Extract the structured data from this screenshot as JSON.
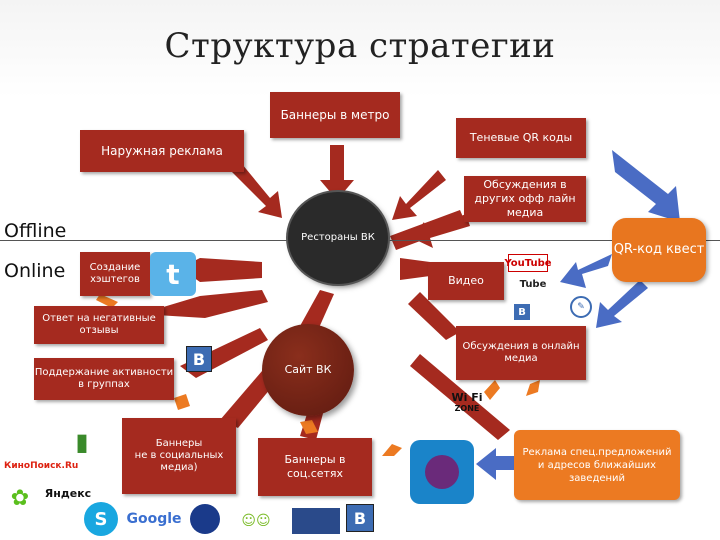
{
  "title": "Структура стратегии",
  "sections": {
    "offline": "Offline",
    "online": "Online"
  },
  "nodes": {
    "metro": "Баннеры в метро",
    "qr_shadow": "Теневые QR коды",
    "outdoor": "Наружная реклама",
    "offline_discussions": "Обсуждения в других офф лайн медиа",
    "restaurants": "Рестораны ВК",
    "qr_quest": "QR-код квест",
    "hashtags": "Создание хэштегов",
    "video": "Видео",
    "negative": "Ответ на негативные отзывы",
    "online_discussions": "Обсуждения в онлайн медиа",
    "groups": "Поддержание активности в группах",
    "site": "Сайт ВК",
    "social_banners": "Баннеры\nне в социальных медиа)",
    "soc_banners": "Баннеры в соц.сетях",
    "promo": "Реклама спец.предложений и адресов ближайших заведений"
  },
  "logos": {
    "youtube": "YouTube",
    "tube": "Tube",
    "wifi": "Wi Fi",
    "wifi_zone": "ZONE",
    "kinopoisk": "КиноПоиск.Ru",
    "yandex": "Яндекс",
    "google": "Google",
    "vk": "В"
  },
  "colors": {
    "red": "#a52a1f",
    "orange": "#ec7a22",
    "blue": "#4a6cc4",
    "dark": "#2a2a2a"
  }
}
